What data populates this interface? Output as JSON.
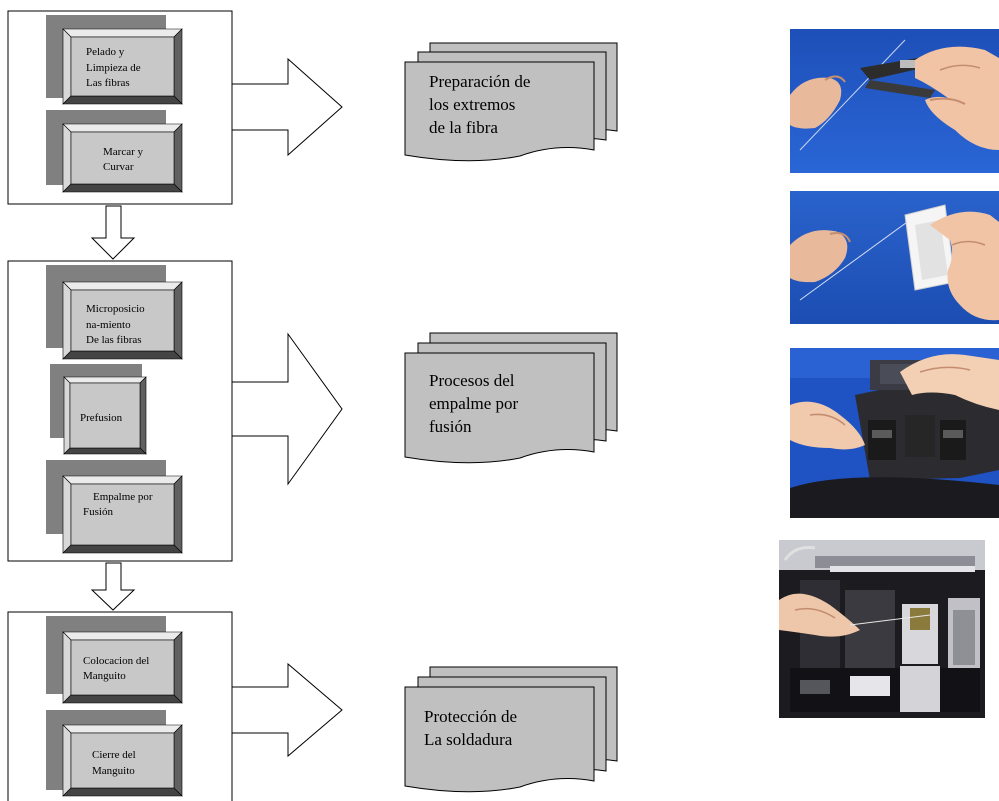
{
  "palette": {
    "shadow": "#808080",
    "bevel_face": "#c8c8c8",
    "bevel_light": "#ebebeb",
    "bevel_dark": "#606060",
    "document_fill": "#c0c0c0",
    "line": "#000000"
  },
  "stages": [
    {
      "id": "preparation",
      "steps": [
        {
          "lines": [
            "Pelado y",
            "Limpieza de",
            "Las fibras"
          ]
        },
        {
          "lines": [
            "Marcar y",
            "Curvar"
          ]
        }
      ],
      "document": {
        "lines": [
          "Preparación de",
          "los extremos",
          "de la fibra"
        ]
      }
    },
    {
      "id": "fusion",
      "steps": [
        {
          "lines": [
            "Microposicio",
            "na-miento",
            "De las fibras"
          ]
        },
        {
          "lines": [
            "Prefusion"
          ]
        },
        {
          "lines": [
            "Empalme por",
            "Fusión"
          ]
        }
      ],
      "document": {
        "lines": [
          "Procesos del",
          "empalme por",
          "fusión"
        ]
      }
    },
    {
      "id": "protection",
      "steps": [
        {
          "lines": [
            "Colocacion del",
            "Manguito"
          ]
        },
        {
          "lines": [
            "Cierre del",
            "Manguito"
          ]
        }
      ],
      "document": {
        "lines": [
          "Protección de",
          "La soldadura"
        ]
      }
    }
  ],
  "photos": [
    {
      "name": "stripping-fiber-photo",
      "subject": "hands stripping a fiber with a tool"
    },
    {
      "name": "cleaning-fiber-photo",
      "subject": "hands cleaning a fiber with a tissue"
    },
    {
      "name": "fusion-splicer-photo",
      "subject": "hands placing fiber in a fusion splicer"
    },
    {
      "name": "splicer-closeup-photo",
      "subject": "fusion splicer close-up with fiber"
    }
  ]
}
